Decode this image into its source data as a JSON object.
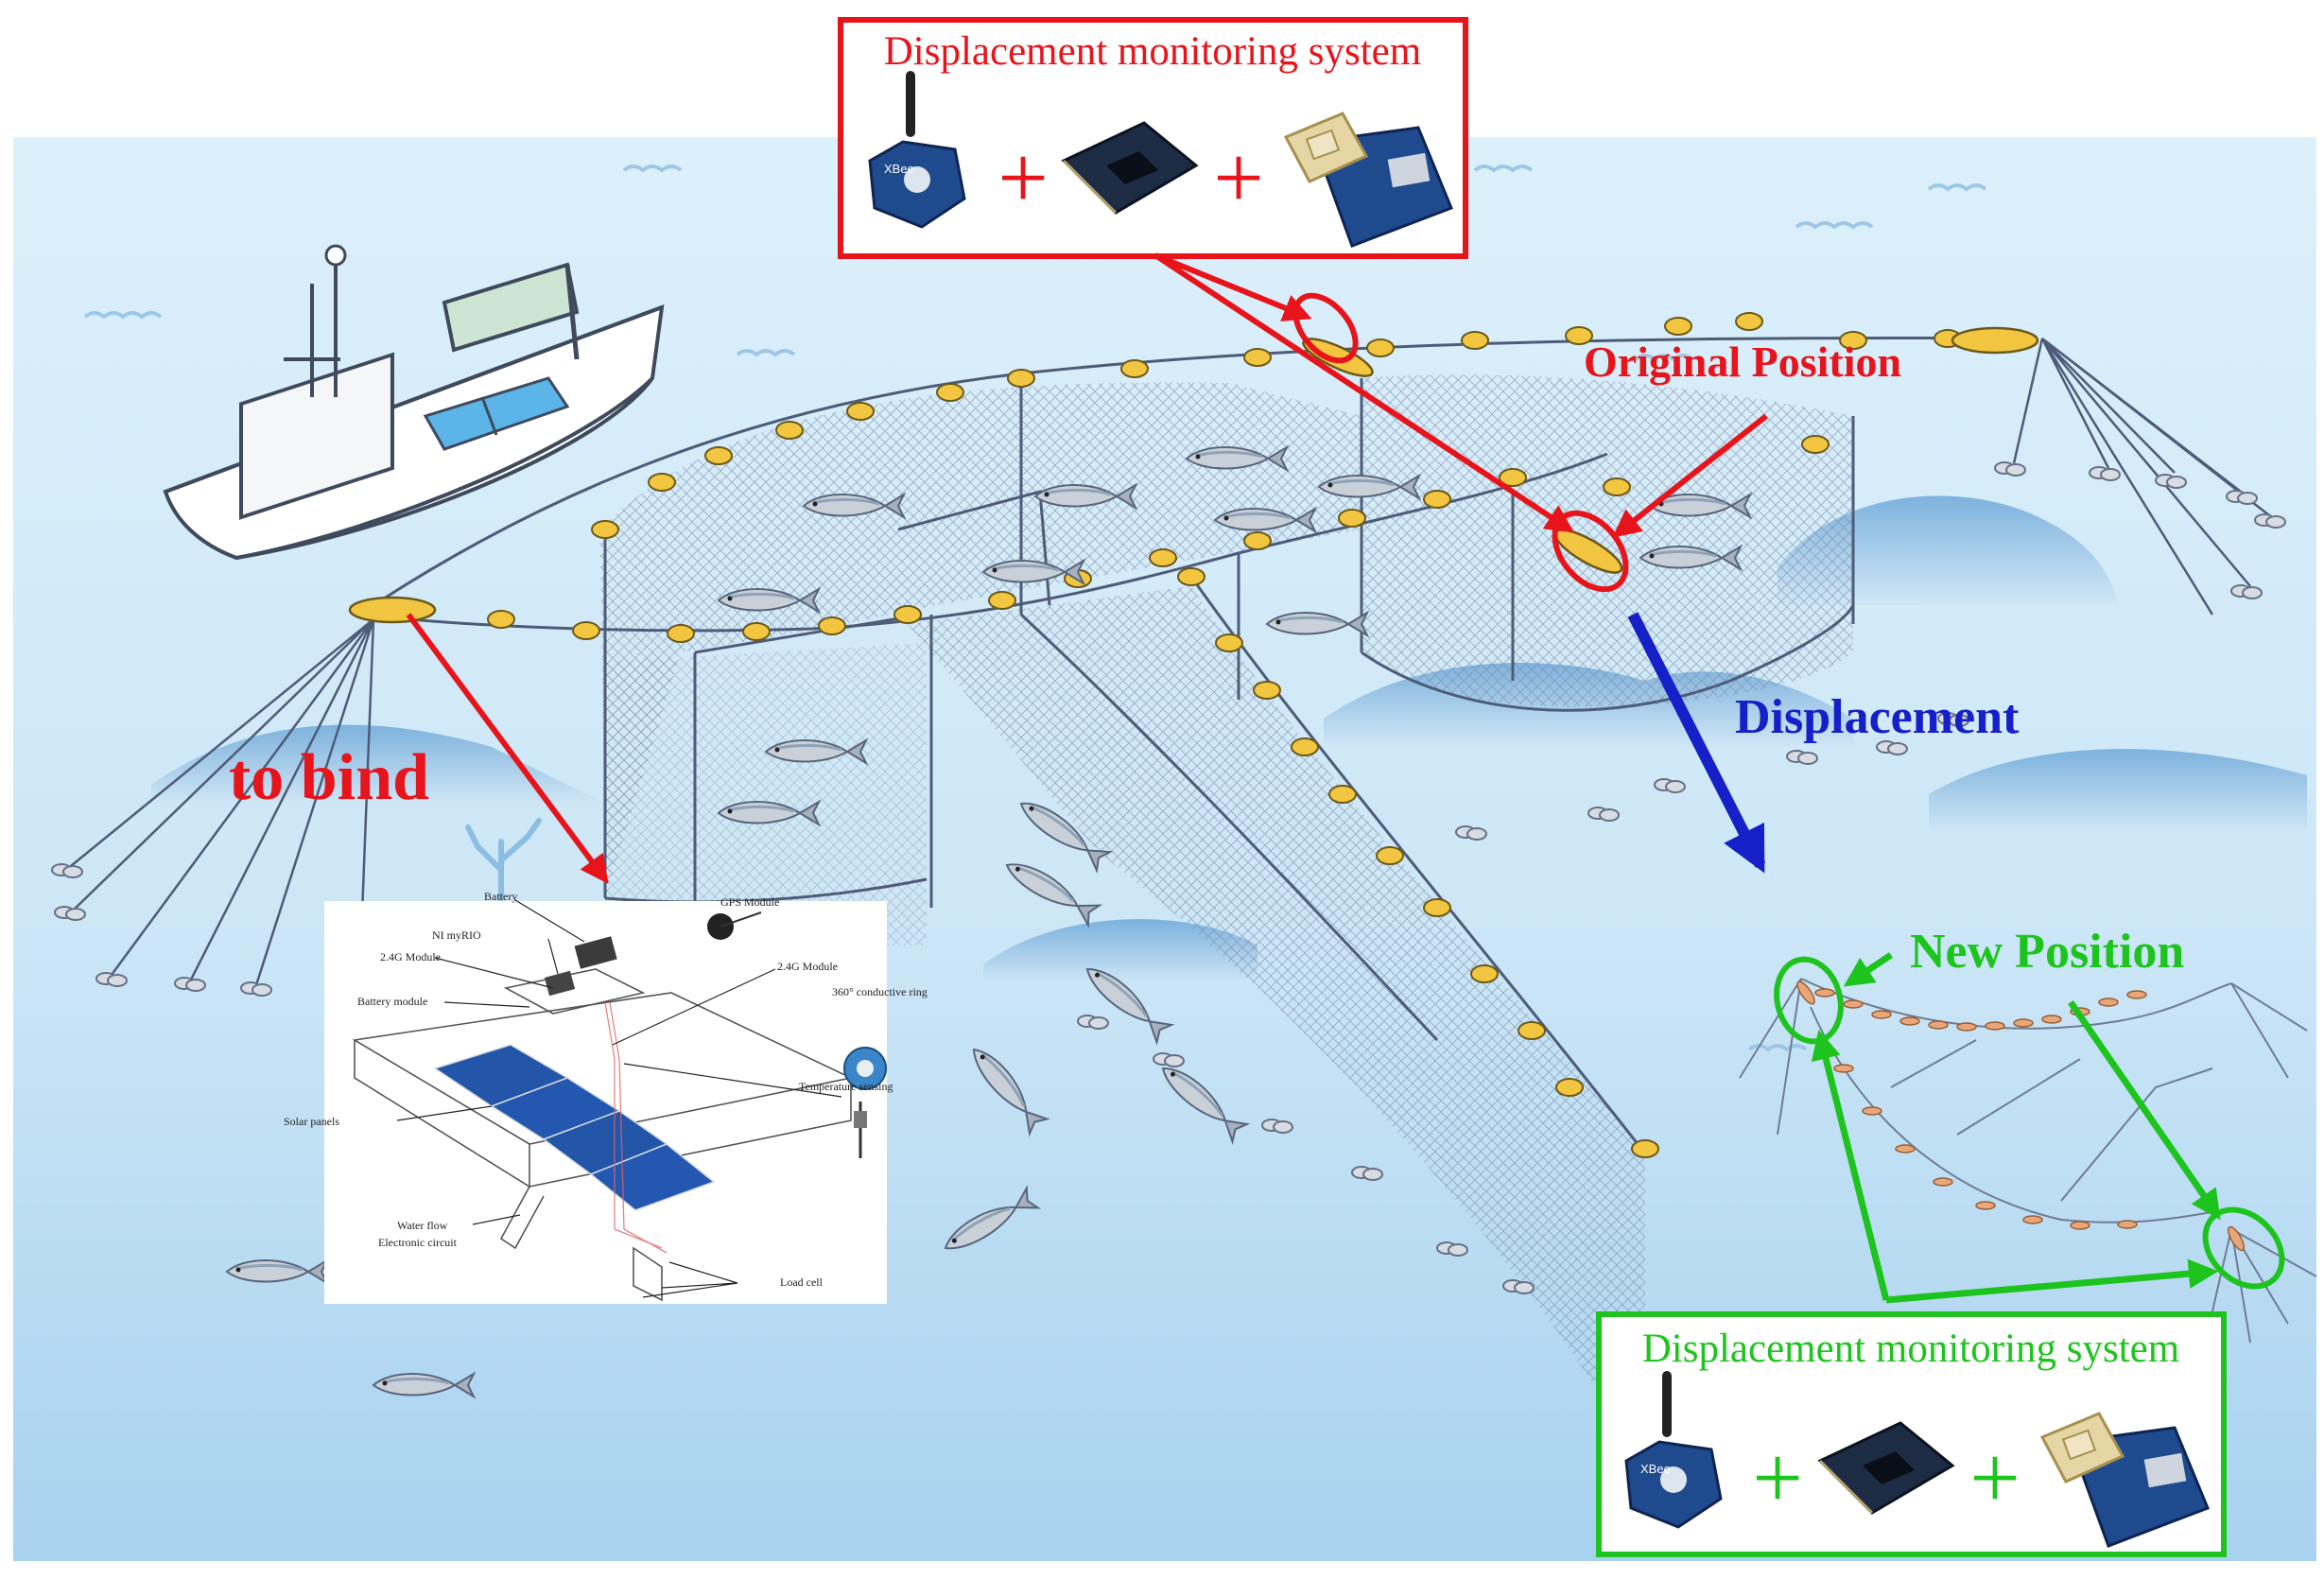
{
  "colors": {
    "sea_top": "#dbeffa",
    "sea_bottom": "#a9d3ef",
    "red": "#e8141b",
    "blue": "#1620c8",
    "green": "#1ec41e",
    "net_line": "#4e5c79",
    "float": "#f2c640"
  },
  "labels": {
    "system_top": "Displacement monitoring system",
    "system_bottom": "Displacement monitoring system",
    "original_position": "Original Position",
    "new_position": "New Position",
    "displacement": "Displacement",
    "to_bind": "to bind",
    "plus": "+"
  },
  "components": [
    {
      "name": "2.4G wireless module",
      "icon": "xbee-module-icon"
    },
    {
      "name": "controller board",
      "icon": "controller-board-icon"
    },
    {
      "name": "GPS module",
      "icon": "gps-module-icon"
    }
  ],
  "inset": {
    "labels": {
      "battery": "Battery",
      "gps_module": "GPS Module",
      "ni_myrio": "NI myRIO",
      "module_2_4g_left": "2.4G Module",
      "module_2_4g_right": "2.4G Module",
      "battery_module": "Battery module",
      "conductive_ring": "360° conductive ring",
      "temperature_sensing": "Temperature sensing",
      "solar_panels": "Solar panels",
      "water_flow": "Water flow",
      "electronic_circuit": "Electronic circuit",
      "load_cell": "Load cell"
    }
  }
}
